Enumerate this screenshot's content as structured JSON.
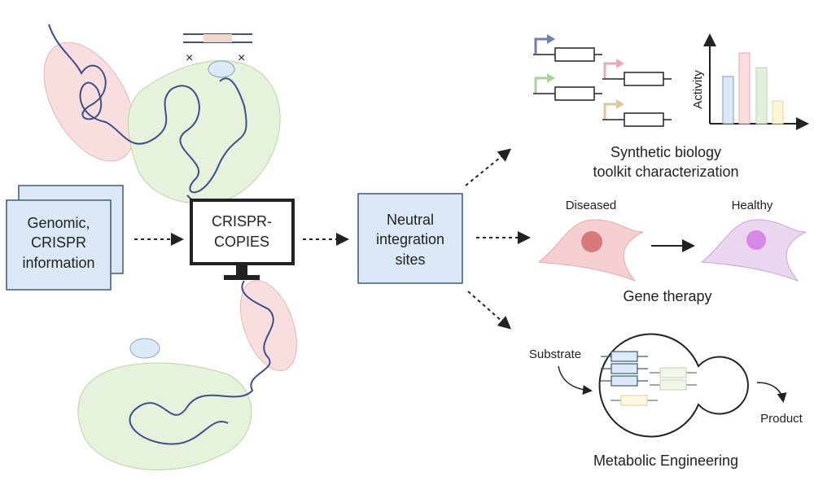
{
  "input_box": {
    "lines": [
      "Genomic,",
      "CRISPR",
      "information"
    ]
  },
  "tool": {
    "lines": [
      "CRISPR-",
      "COPIES"
    ]
  },
  "output_box": {
    "lines": [
      "Neutral",
      "integration",
      "sites"
    ]
  },
  "applications": {
    "synbio": {
      "lines": [
        "Synthetic biology",
        "toolkit characterization"
      ],
      "axis_label": "Activity"
    },
    "gene_therapy": {
      "title": "Gene therapy",
      "before": "Diseased",
      "after": "Healthy"
    },
    "metabolic": {
      "title": "Metabolic Engineering",
      "input": "Substrate",
      "output": "Product"
    }
  },
  "colors": {
    "box_fill": "#dbe8f5",
    "box_stroke": "#3d5a7a",
    "dna": "#3f4f8a",
    "cell_red": "#f3c9c9",
    "cell_green": "#e3f0d6",
    "bar_blue": "#dce9f7",
    "bar_pink": "#f9dde0",
    "bar_green": "#e5f0dc",
    "bar_yellow": "#fbf6da"
  }
}
